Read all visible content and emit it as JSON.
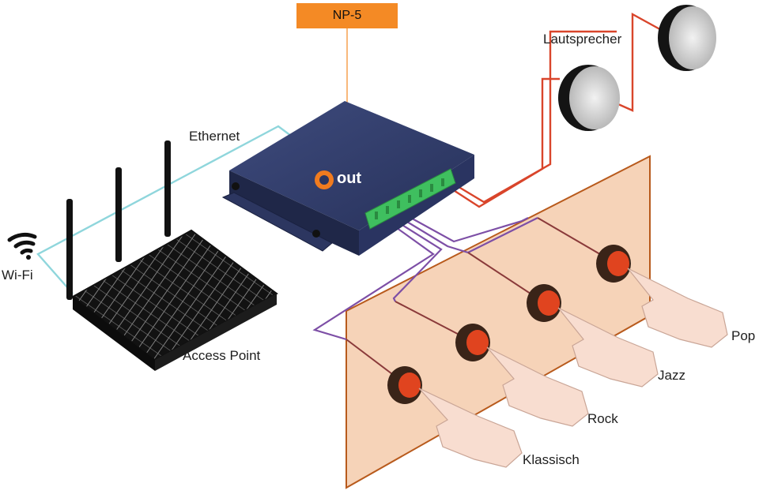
{
  "device": {
    "name": "NP-5",
    "brand": "out"
  },
  "labels": {
    "ethernet": "Ethernet",
    "wifi": "Wi-Fi",
    "access_point": "Access Point",
    "speakers": "Lautsprecher"
  },
  "buttons": [
    {
      "label": "Pop"
    },
    {
      "label": "Jazz"
    },
    {
      "label": "Rock"
    },
    {
      "label": "Klassisch"
    }
  ],
  "colors": {
    "device_tag": "#f48a25",
    "ethernet_cable": "#8fd6dc",
    "speaker_wire": "#d9452b",
    "button_wire": "#7d4fa6",
    "panel": "#f6d3b8",
    "panel_border": "#b85a1c",
    "button": "#e0441f",
    "device_body": "#2c3660",
    "terminal": "#3fbf5f"
  },
  "icons": [
    "wifi-icon",
    "router-icon",
    "speaker-icon",
    "hand-icon",
    "push-button-icon"
  ]
}
